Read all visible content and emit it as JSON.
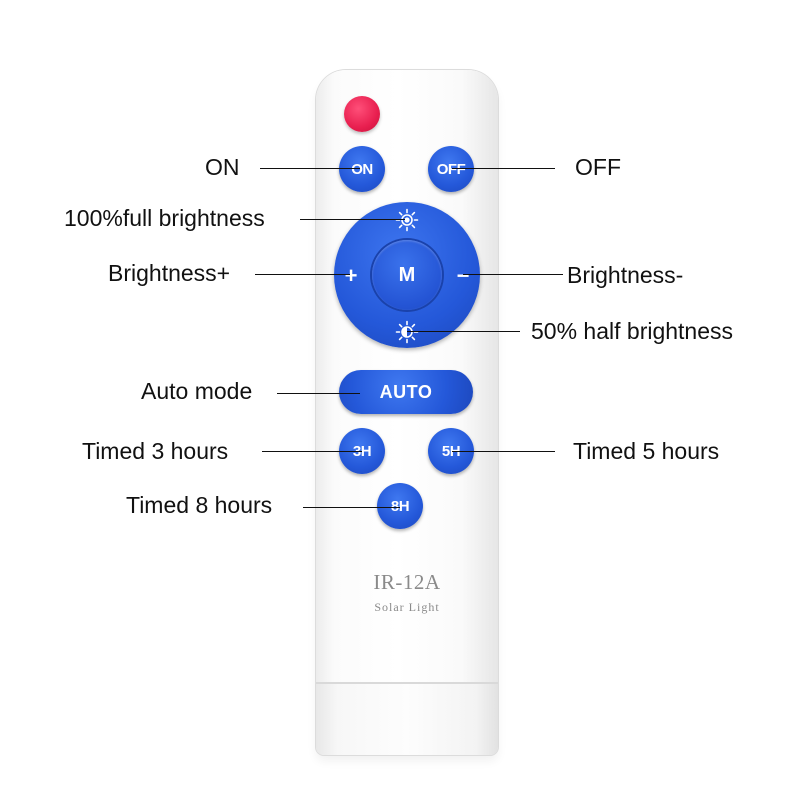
{
  "remote": {
    "body_color": "#ffffff",
    "button_color": "#2458d9",
    "power_led_color": "#e81f4f",
    "model": "IR-12A",
    "subtitle": "Solar Light"
  },
  "buttons": {
    "on": "ON",
    "off": "OFF",
    "mode": "M",
    "plus": "+",
    "minus": "−",
    "full_icon": "sun-full-icon",
    "half_icon": "sun-half-icon",
    "auto": "AUTO",
    "t3": "3H",
    "t5": "5H",
    "t8": "8H"
  },
  "callouts": {
    "on": "ON",
    "off": "OFF",
    "full": "100%full brightness",
    "plus": "Brightness+",
    "minus": "Brightness-",
    "half": "50% half brightness",
    "auto": "Auto mode",
    "t3": "Timed 3 hours",
    "t5": "Timed 5 hours",
    "t8": "Timed 8 hours"
  }
}
